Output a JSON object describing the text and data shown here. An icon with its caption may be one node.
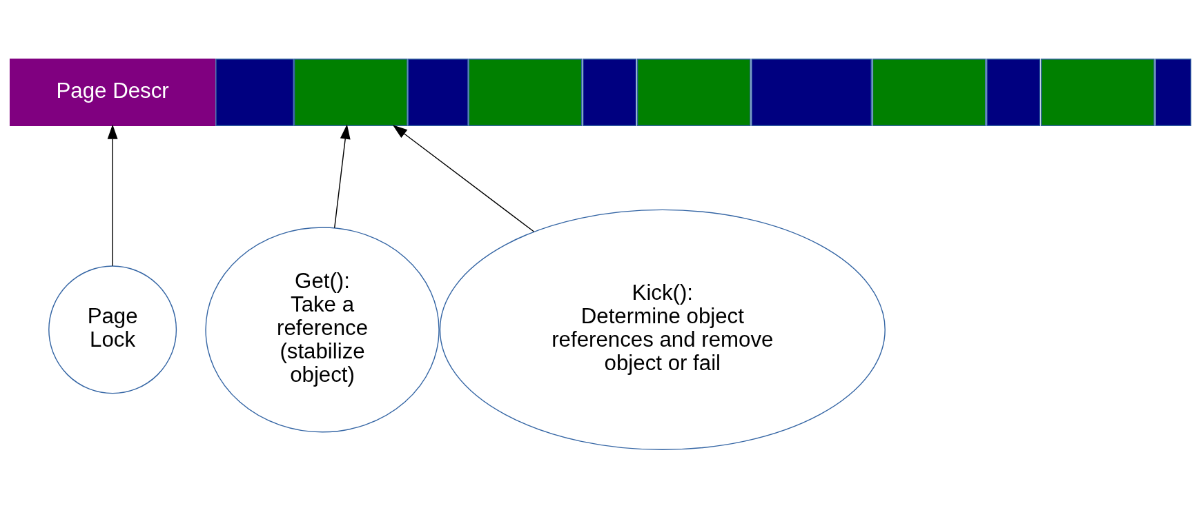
{
  "diagram": {
    "nodes": [
      {
        "text": [
          "Page Descr"
        ]
      },
      {
        "text": [],
        "shape": "box"
      },
      {
        "text": [],
        "shape": "box"
      },
      {
        "text": [],
        "shape": "box"
      },
      {
        "text": [],
        "shape": "box"
      },
      {
        "text": [],
        "shape": "box"
      },
      {
        "text": [],
        "shape": "box"
      },
      {
        "text": [],
        "shape": "box"
      },
      {
        "text": [],
        "shape": "box"
      },
      {
        "text": [],
        "shape": "box"
      },
      {
        "text": [],
        "shape": "box"
      },
      {
        "text": [],
        "shape": "box"
      },
      {
        "text": [
          "Page Lock"
        ]
      },
      {
        "text": [
          "Get():",
          "Take a reference (stabilize object)"
        ]
      },
      {
        "text": [
          "Kick():",
          "Determine object references and remove object or fail"
        ]
      }
    ],
    "edges": [
      {
        "from": 12,
        "to": 0,
        "arrow": "to"
      },
      {
        "from": 13,
        "to": 2,
        "arrow": "to"
      },
      {
        "from": 14,
        "to": 2,
        "arrow": "to"
      }
    ]
  }
}
